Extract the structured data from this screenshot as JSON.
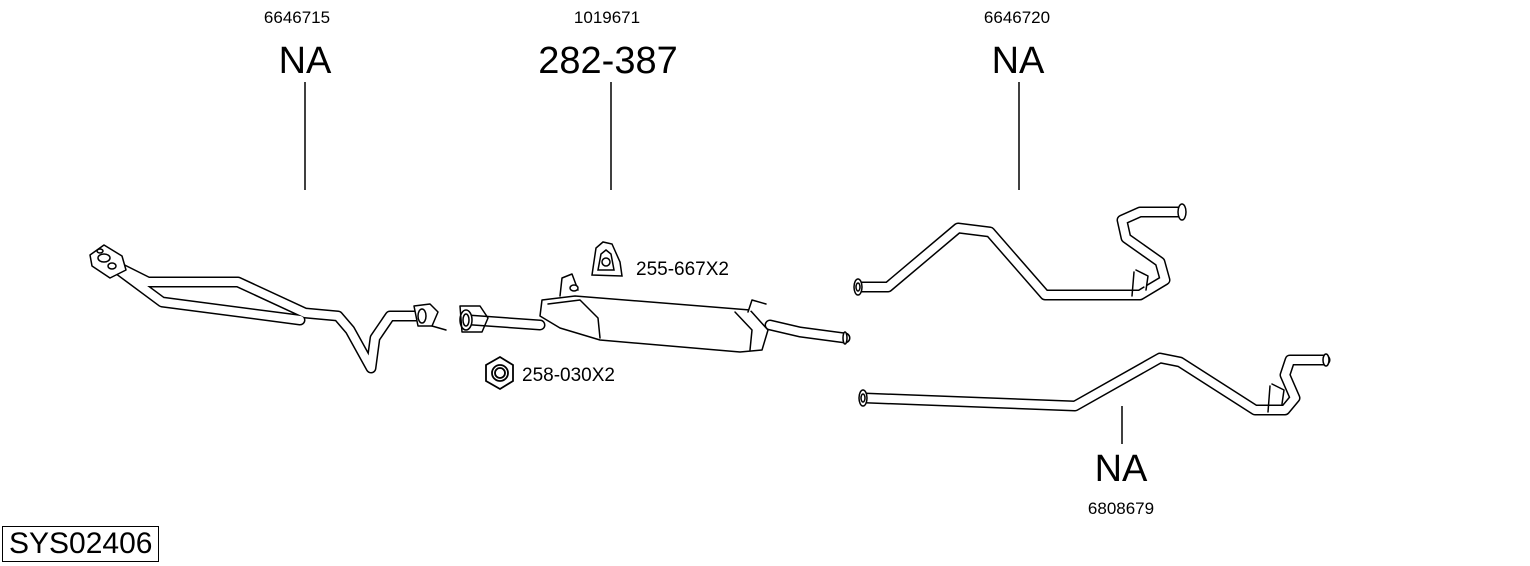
{
  "parts": [
    {
      "oe_number": "6646715",
      "part_number": "NA"
    },
    {
      "oe_number": "1019671",
      "part_number": "282-387"
    },
    {
      "oe_number": "6646720",
      "part_number": "NA"
    },
    {
      "oe_number": "6808679",
      "part_number": "NA"
    }
  ],
  "accessories": [
    {
      "label": "255-667X2",
      "icon": "rubber-hanger-icon"
    },
    {
      "label": "258-030X2",
      "icon": "hex-nut-icon"
    }
  ],
  "system_code": "SYS02406"
}
